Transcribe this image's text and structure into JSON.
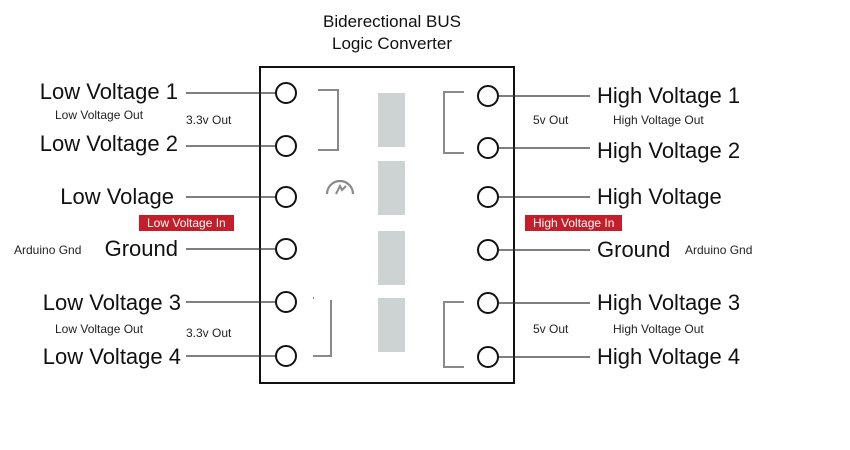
{
  "title": {
    "line1": "Biderectional BUS",
    "line2": "Logic Converter"
  },
  "left_pins": [
    {
      "label": "Low Voltage 1"
    },
    {
      "label": "Low Voltage 2"
    },
    {
      "label": "Low Volage"
    },
    {
      "label": "Ground"
    },
    {
      "label": "Low Voltage 3"
    },
    {
      "label": "Low Voltage 4"
    }
  ],
  "right_pins": [
    {
      "label": "High Voltage 1"
    },
    {
      "label": "High Voltage 2"
    },
    {
      "label": "High Voltage"
    },
    {
      "label": "Ground"
    },
    {
      "label": "High Voltage 3"
    },
    {
      "label": "High Voltage 4"
    }
  ],
  "notes": {
    "low_out_top": "Low Voltage Out",
    "low_out_bottom": "Low Voltage Out",
    "out_33_top": "3.3v Out",
    "out_33_bottom": "3.3v Out",
    "low_in": "Low Voltage In",
    "arduino_gnd_left": "Arduino Gnd",
    "out_5v_top": "5v Out",
    "out_5v_bottom": "5v Out",
    "high_out_top": "High Voltage Out",
    "high_out_bottom": "High Voltage Out",
    "high_in": "High Voltage In",
    "arduino_gnd_right": "Arduino Gnd"
  },
  "colors": {
    "tag_red": "#c41e2a",
    "block_gray": "#cdd3d2",
    "bracket_gray": "#8a8a8a"
  }
}
